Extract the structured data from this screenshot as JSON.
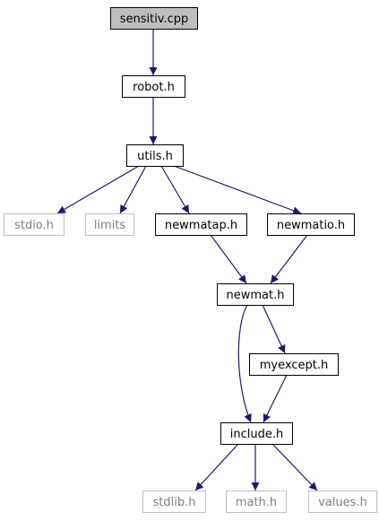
{
  "colors": {
    "edge": "#191970",
    "selected_fill": "#bfbfbf",
    "default_stroke": "#000000",
    "external_stroke": "#bfbfbf",
    "external_text": "#7f7f7f",
    "text": "#000000"
  },
  "nodes": [
    {
      "id": "sensitiv_cpp",
      "label": "sensitiv.cpp",
      "kind": "selected"
    },
    {
      "id": "robot_h",
      "label": "robot.h",
      "kind": "normal"
    },
    {
      "id": "utils_h",
      "label": "utils.h",
      "kind": "normal"
    },
    {
      "id": "stdio_h",
      "label": "stdio.h",
      "kind": "external"
    },
    {
      "id": "limits",
      "label": "limits",
      "kind": "external"
    },
    {
      "id": "newmatap_h",
      "label": "newmatap.h",
      "kind": "normal"
    },
    {
      "id": "newmatio_h",
      "label": "newmatio.h",
      "kind": "normal"
    },
    {
      "id": "newmat_h",
      "label": "newmat.h",
      "kind": "normal"
    },
    {
      "id": "myexcept_h",
      "label": "myexcept.h",
      "kind": "normal"
    },
    {
      "id": "include_h",
      "label": "include.h",
      "kind": "normal"
    },
    {
      "id": "stdlib_h",
      "label": "stdlib.h",
      "kind": "external"
    },
    {
      "id": "math_h",
      "label": "math.h",
      "kind": "external"
    },
    {
      "id": "values_h",
      "label": "values.h",
      "kind": "external"
    }
  ],
  "edges": [
    {
      "from": "sensitiv_cpp",
      "to": "robot_h"
    },
    {
      "from": "robot_h",
      "to": "utils_h"
    },
    {
      "from": "utils_h",
      "to": "stdio_h"
    },
    {
      "from": "utils_h",
      "to": "limits"
    },
    {
      "from": "utils_h",
      "to": "newmatap_h"
    },
    {
      "from": "utils_h",
      "to": "newmatio_h"
    },
    {
      "from": "newmatap_h",
      "to": "newmat_h"
    },
    {
      "from": "newmatio_h",
      "to": "newmat_h"
    },
    {
      "from": "newmat_h",
      "to": "myexcept_h"
    },
    {
      "from": "newmat_h",
      "to": "include_h"
    },
    {
      "from": "myexcept_h",
      "to": "include_h"
    },
    {
      "from": "include_h",
      "to": "stdlib_h"
    },
    {
      "from": "include_h",
      "to": "math_h"
    },
    {
      "from": "include_h",
      "to": "values_h"
    }
  ]
}
